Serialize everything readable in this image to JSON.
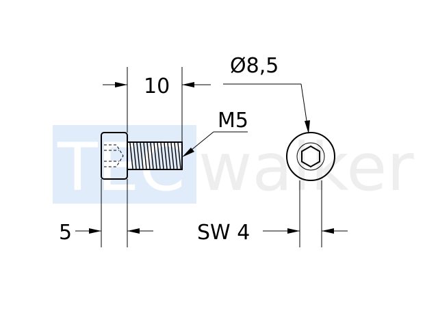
{
  "diagram": {
    "dim_length": "10",
    "dim_diameter": "Ø8,5",
    "dim_thread": "M5",
    "dim_head": "5",
    "dim_hex": "SW 4"
  },
  "watermark": {
    "prefix": "TEC",
    "suffix": "walker",
    "box_color": "#4a90e2",
    "text_color": "#9a9a9a"
  }
}
